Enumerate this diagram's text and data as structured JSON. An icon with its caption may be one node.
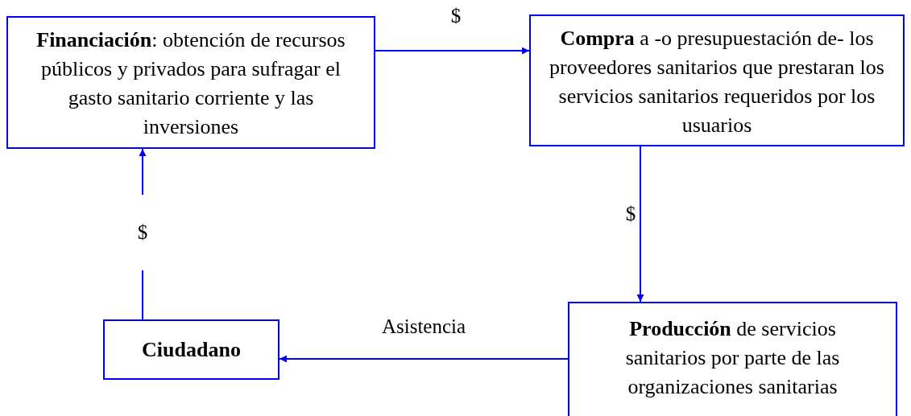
{
  "diagram": {
    "nodes": [
      {
        "text": [
          "**Financiación**: obtención de recursos públicos y privados para sufragar el gasto sanitario corriente y las inversiones"
        ]
      },
      {
        "text": [
          "**Compra** a -o presupuestación de- los proveedores sanitarios que prestaran los servicios sanitarios requeridos por los usuarios"
        ]
      },
      {
        "text": [
          "**Producción** de servicios sanitarios por parte de las organizaciones sanitarias"
        ]
      },
      {
        "text": [
          "Ciudadano"
        ]
      }
    ],
    "edges": [
      {
        "from": 0,
        "to": 1,
        "arrow": "to",
        "label": "$"
      },
      {
        "from": 1,
        "to": 2,
        "arrow": "to",
        "label": "$"
      },
      {
        "from": 2,
        "to": 3,
        "arrow": "to",
        "label": "Asistencia"
      },
      {
        "from": 3,
        "to": 0,
        "arrow": "to",
        "label": "$"
      }
    ]
  }
}
